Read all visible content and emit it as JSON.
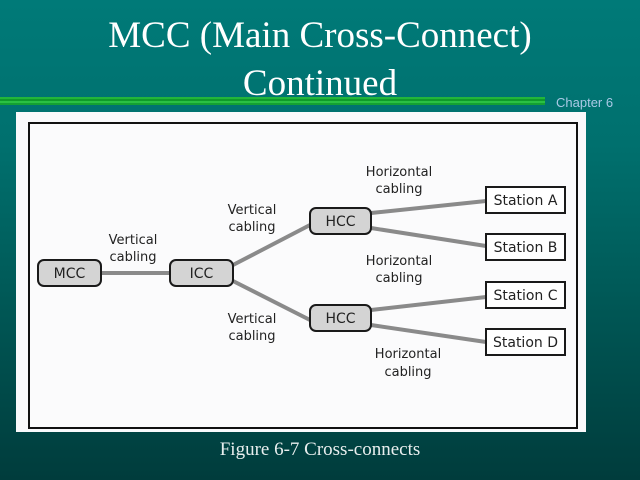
{
  "slide": {
    "title_line1": "MCC (Main Cross-Connect)",
    "title_line2": "Continued",
    "chapter": "Chapter 6",
    "caption": "Figure 6-7  Cross-connects"
  },
  "diagram": {
    "nodes": {
      "mcc": "MCC",
      "icc": "ICC",
      "hcc_top": "HCC",
      "hcc_bottom": "HCC",
      "station_a": "Station A",
      "station_b": "Station B",
      "station_c": "Station C",
      "station_d": "Station D"
    },
    "labels": {
      "mcc_icc": [
        "Vertical",
        "cabling"
      ],
      "icc_hcc_top": [
        "Vertical",
        "cabling"
      ],
      "icc_hcc_bottom": [
        "Vertical",
        "cabling"
      ],
      "hcc_top_stations": [
        "Horizontal",
        "cabling"
      ],
      "middle": [
        "Horizontal",
        "cabling"
      ],
      "hcc_bottom_stations": [
        "Horizontal",
        "cabling"
      ]
    },
    "colors": {
      "node_fill": "#d4d4d4",
      "cable": "#8a8a8a",
      "station_fill": "#ffffff"
    }
  }
}
